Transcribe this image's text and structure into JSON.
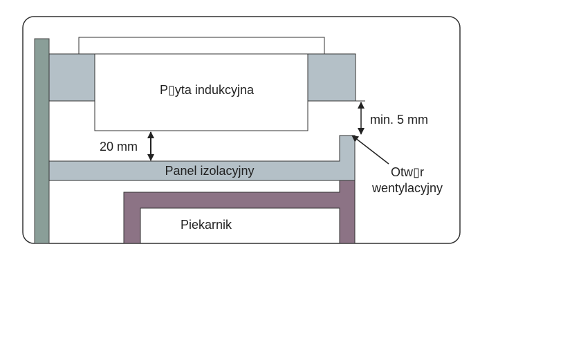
{
  "labels": {
    "hob": "P▯yta indukcyjna",
    "gap_measure": "20 mm",
    "min_clearance": "min. 5 mm",
    "insulation_panel": "Panel izolacyjny",
    "vent_line1": "Otw▯r",
    "vent_line2": "wentylacyjny",
    "oven": "Piekarnik"
  },
  "colors": {
    "frame_stroke": "#333333",
    "wall_fill": "#8a9e98",
    "worktop_fill": "#b4c0c7",
    "oven_fill": "#8c7385",
    "hob_fill": "#ffffff",
    "arrow": "#222222"
  }
}
